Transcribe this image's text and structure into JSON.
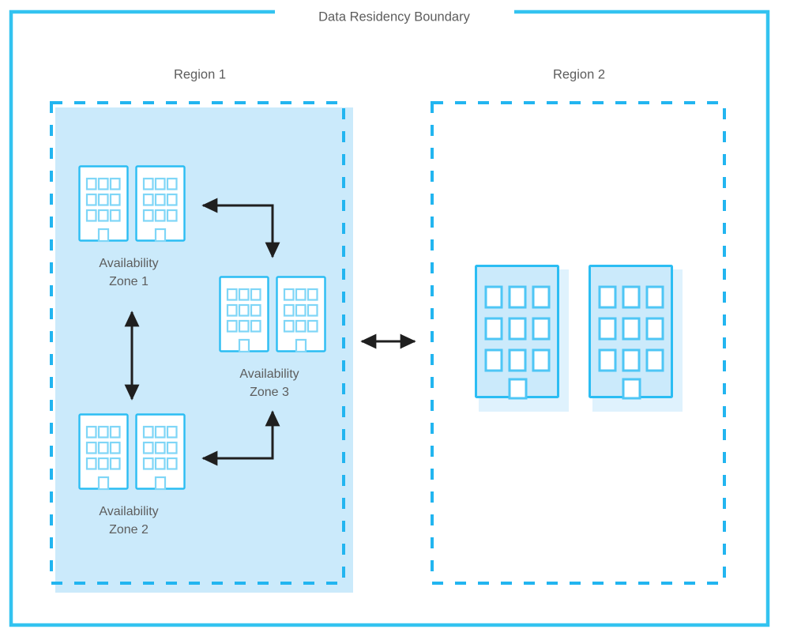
{
  "diagram": {
    "title": "Data Residency Boundary",
    "type": "architecture-diagram",
    "colors": {
      "boundary_stroke": "#33c3f0",
      "region_dashed_stroke": "#22b5f0",
      "region_fill": "#cbeafb",
      "building_stroke": "#2bbdf3",
      "building_fill_light": "#ffffff",
      "building_fill_blue": "#cbeafb",
      "arrow": "#1f1f1f",
      "text": "#5d5d5d",
      "background": "#ffffff"
    },
    "regions": [
      {
        "id": "region-1",
        "label": "Region 1",
        "filled": true,
        "zones": [
          {
            "id": "availability-zone-1",
            "label_line1": "Availability",
            "label_line2": "Zone 1",
            "buildings": 2
          },
          {
            "id": "availability-zone-3",
            "label_line1": "Availability",
            "label_line2": "Zone 3",
            "buildings": 2
          },
          {
            "id": "availability-zone-2",
            "label_line1": "Availability",
            "label_line2": "Zone 2",
            "buildings": 2
          }
        ]
      },
      {
        "id": "region-2",
        "label": "Region 2",
        "filled": false,
        "zones": [],
        "buildings": 2
      }
    ],
    "connections": [
      {
        "id": "az1-az3-link",
        "from": "availability-zone-1",
        "to": "availability-zone-3",
        "style": "elbow",
        "arrowheads": "both"
      },
      {
        "id": "az1-az2-link",
        "from": "availability-zone-1",
        "to": "availability-zone-2",
        "style": "straight-vertical",
        "arrowheads": "both"
      },
      {
        "id": "az2-az3-link",
        "from": "availability-zone-2",
        "to": "availability-zone-3",
        "style": "elbow",
        "arrowheads": "both"
      },
      {
        "id": "region1-region2-link",
        "from": "region-1",
        "to": "region-2",
        "style": "straight-horizontal",
        "arrowheads": "both"
      }
    ]
  }
}
